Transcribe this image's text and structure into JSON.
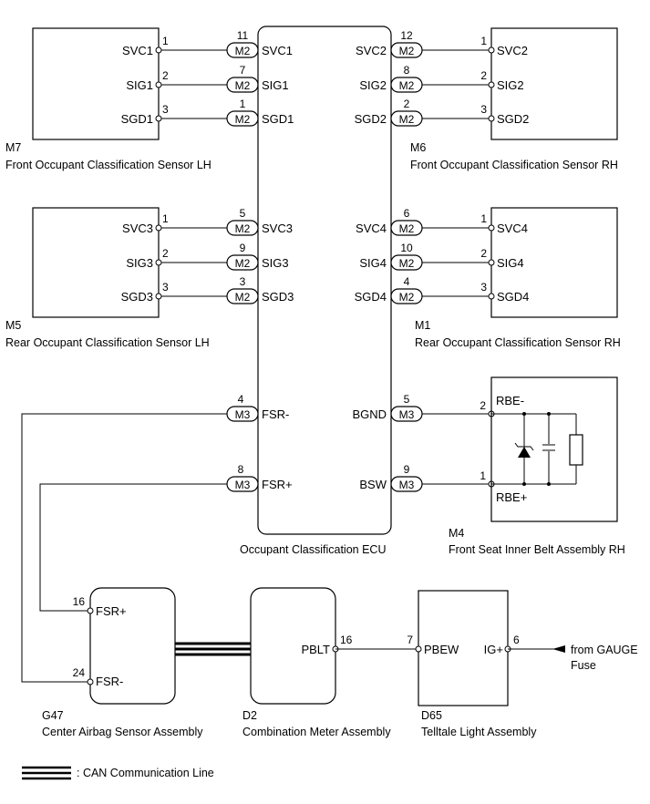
{
  "ecu": {
    "caption": "Occupant Classification ECU",
    "left_pins": [
      {
        "pin": "11",
        "conn": "M2",
        "label": "SVC1"
      },
      {
        "pin": "7",
        "conn": "M2",
        "label": "SIG1"
      },
      {
        "pin": "1",
        "conn": "M2",
        "label": "SGD1"
      },
      {
        "pin": "5",
        "conn": "M2",
        "label": "SVC3"
      },
      {
        "pin": "9",
        "conn": "M2",
        "label": "SIG3"
      },
      {
        "pin": "3",
        "conn": "M2",
        "label": "SGD3"
      },
      {
        "pin": "4",
        "conn": "M3",
        "label": "FSR-"
      },
      {
        "pin": "8",
        "conn": "M3",
        "label": "FSR+"
      }
    ],
    "right_pins": [
      {
        "pin": "12",
        "conn": "M2",
        "label": "SVC2"
      },
      {
        "pin": "8",
        "conn": "M2",
        "label": "SIG2"
      },
      {
        "pin": "2",
        "conn": "M2",
        "label": "SGD2"
      },
      {
        "pin": "6",
        "conn": "M2",
        "label": "SVC4"
      },
      {
        "pin": "10",
        "conn": "M2",
        "label": "SIG4"
      },
      {
        "pin": "4",
        "conn": "M2",
        "label": "SGD4"
      },
      {
        "pin": "5",
        "conn": "M3",
        "label": "BGND"
      },
      {
        "pin": "9",
        "conn": "M3",
        "label": "BSW"
      }
    ]
  },
  "sensors": [
    {
      "code": "M7",
      "name": "Front Occupant Classification Sensor LH",
      "pins": [
        {
          "pin": "1",
          "label": "SVC1"
        },
        {
          "pin": "2",
          "label": "SIG1"
        },
        {
          "pin": "3",
          "label": "SGD1"
        }
      ]
    },
    {
      "code": "M6",
      "name": "Front Occupant Classification Sensor RH",
      "pins": [
        {
          "pin": "1",
          "label": "SVC2"
        },
        {
          "pin": "2",
          "label": "SIG2"
        },
        {
          "pin": "3",
          "label": "SGD2"
        }
      ]
    },
    {
      "code": "M5",
      "name": "Rear Occupant Classification Sensor LH",
      "pins": [
        {
          "pin": "1",
          "label": "SVC3"
        },
        {
          "pin": "2",
          "label": "SIG3"
        },
        {
          "pin": "3",
          "label": "SGD3"
        }
      ]
    },
    {
      "code": "M1",
      "name": "Rear Occupant Classification Sensor RH",
      "pins": [
        {
          "pin": "1",
          "label": "SVC4"
        },
        {
          "pin": "2",
          "label": "SIG4"
        },
        {
          "pin": "3",
          "label": "SGD4"
        }
      ]
    }
  ],
  "belt": {
    "code": "M4",
    "name": "Front Seat Inner Belt Assembly RH",
    "pins": [
      {
        "pin": "2",
        "label": "RBE-"
      },
      {
        "pin": "1",
        "label": "RBE+"
      }
    ]
  },
  "airbag": {
    "code": "G47",
    "name": "Center Airbag Sensor Assembly",
    "pins": [
      {
        "pin": "16",
        "label": "FSR+"
      },
      {
        "pin": "24",
        "label": "FSR-"
      }
    ]
  },
  "meter": {
    "code": "D2",
    "name": "Combination Meter Assembly",
    "pins": [
      {
        "pin": "16",
        "label": "PBLT"
      }
    ]
  },
  "telltale": {
    "code": "D65",
    "name": "Telltale Light Assembly",
    "pins": [
      {
        "pin": "7",
        "label": "PBEW"
      },
      {
        "pin": "6",
        "label": "IG+"
      }
    ]
  },
  "fuse": {
    "line1": "from GAUGE",
    "line2": "Fuse"
  },
  "legend": {
    "text": ": CAN Communication Line"
  }
}
